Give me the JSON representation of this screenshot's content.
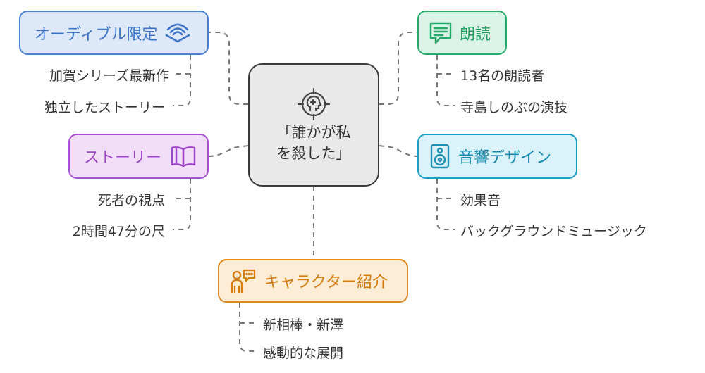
{
  "center": {
    "title_line1": "「誰かが私",
    "title_line2": "を殺した」",
    "icon": "head-target-icon"
  },
  "branches": {
    "audible": {
      "label": "オーディブル限定",
      "icon": "audible-logo-icon",
      "color": "#4a7fd1",
      "items": [
        "加賀シリーズ最新作",
        "独立したストーリー"
      ]
    },
    "reading": {
      "label": "朗読",
      "icon": "speech-document-icon",
      "color": "#27a86b",
      "items": [
        "13名の朗読者",
        "寺島しのぶの演技"
      ]
    },
    "story": {
      "label": "ストーリー",
      "icon": "open-book-icon",
      "color": "#a64fd0",
      "items": [
        "死者の視点",
        "2時間47分の尺"
      ]
    },
    "sound": {
      "label": "音響デザイン",
      "icon": "speaker-icon",
      "color": "#1a9ec2",
      "items": [
        "効果音",
        "バックグラウンドミュージック"
      ]
    },
    "characters": {
      "label": "キャラクター紹介",
      "icon": "person-chat-icon",
      "color": "#e08a1e",
      "items": [
        "新相棒・新澤",
        "感動的な展開"
      ]
    }
  }
}
